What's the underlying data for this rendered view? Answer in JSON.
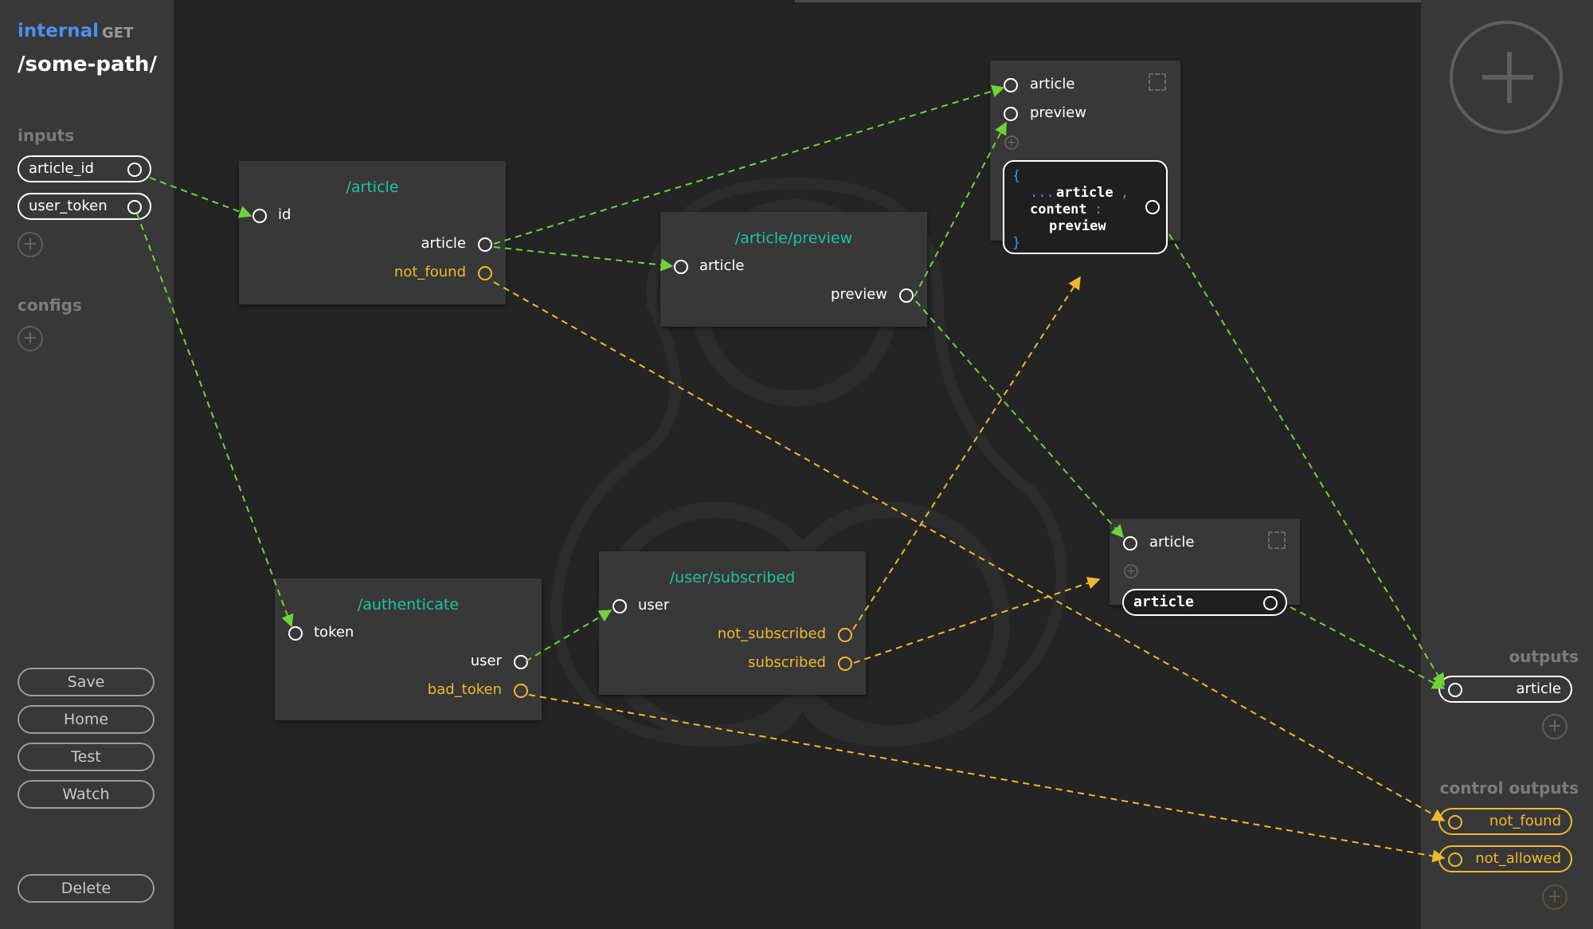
{
  "endpoint": {
    "kind": "internal",
    "method": "GET",
    "path": "/some-path/"
  },
  "sidebar": {
    "inputs_label": "inputs",
    "inputs": [
      "article_id",
      "user_token"
    ],
    "configs_label": "configs",
    "add_symbol": "+",
    "buttons": {
      "save": "Save",
      "home": "Home",
      "test": "Test",
      "watch": "Watch",
      "delete": "Delete"
    }
  },
  "nodes": {
    "article": {
      "title": "/article",
      "inputs": [
        "id"
      ],
      "outputs": [
        "article",
        "not_found"
      ]
    },
    "article_preview": {
      "title": "/article/preview",
      "inputs": [
        "article"
      ],
      "outputs": [
        "preview"
      ]
    },
    "authenticate": {
      "title": "/authenticate",
      "inputs": [
        "token"
      ],
      "outputs": [
        "user",
        "bad_token"
      ]
    },
    "user_subscribed": {
      "title": "/user/subscribed",
      "inputs": [
        "user"
      ],
      "outputs": [
        "not_subscribed",
        "subscribed"
      ]
    },
    "merge": {
      "inputs": [
        "article",
        "preview"
      ],
      "code": {
        "open": "{",
        "spread_prefix": "...",
        "spread": "article",
        "comma": ",",
        "key": "content",
        "colon": ":",
        "value": "preview",
        "close": "}"
      }
    },
    "picker": {
      "inputs": [
        "article"
      ],
      "output": "article"
    }
  },
  "right_panel": {
    "outputs_label": "outputs",
    "outputs": [
      "article"
    ],
    "control_outputs_label": "control outputs",
    "control_outputs": [
      "not_found",
      "not_allowed"
    ]
  },
  "colors": {
    "accent_blue": "#4a90f0",
    "node_title_teal": "#1ec2a3",
    "data_wire_green": "#6ed33a",
    "control_wire_yellow": "#f0b82c"
  }
}
